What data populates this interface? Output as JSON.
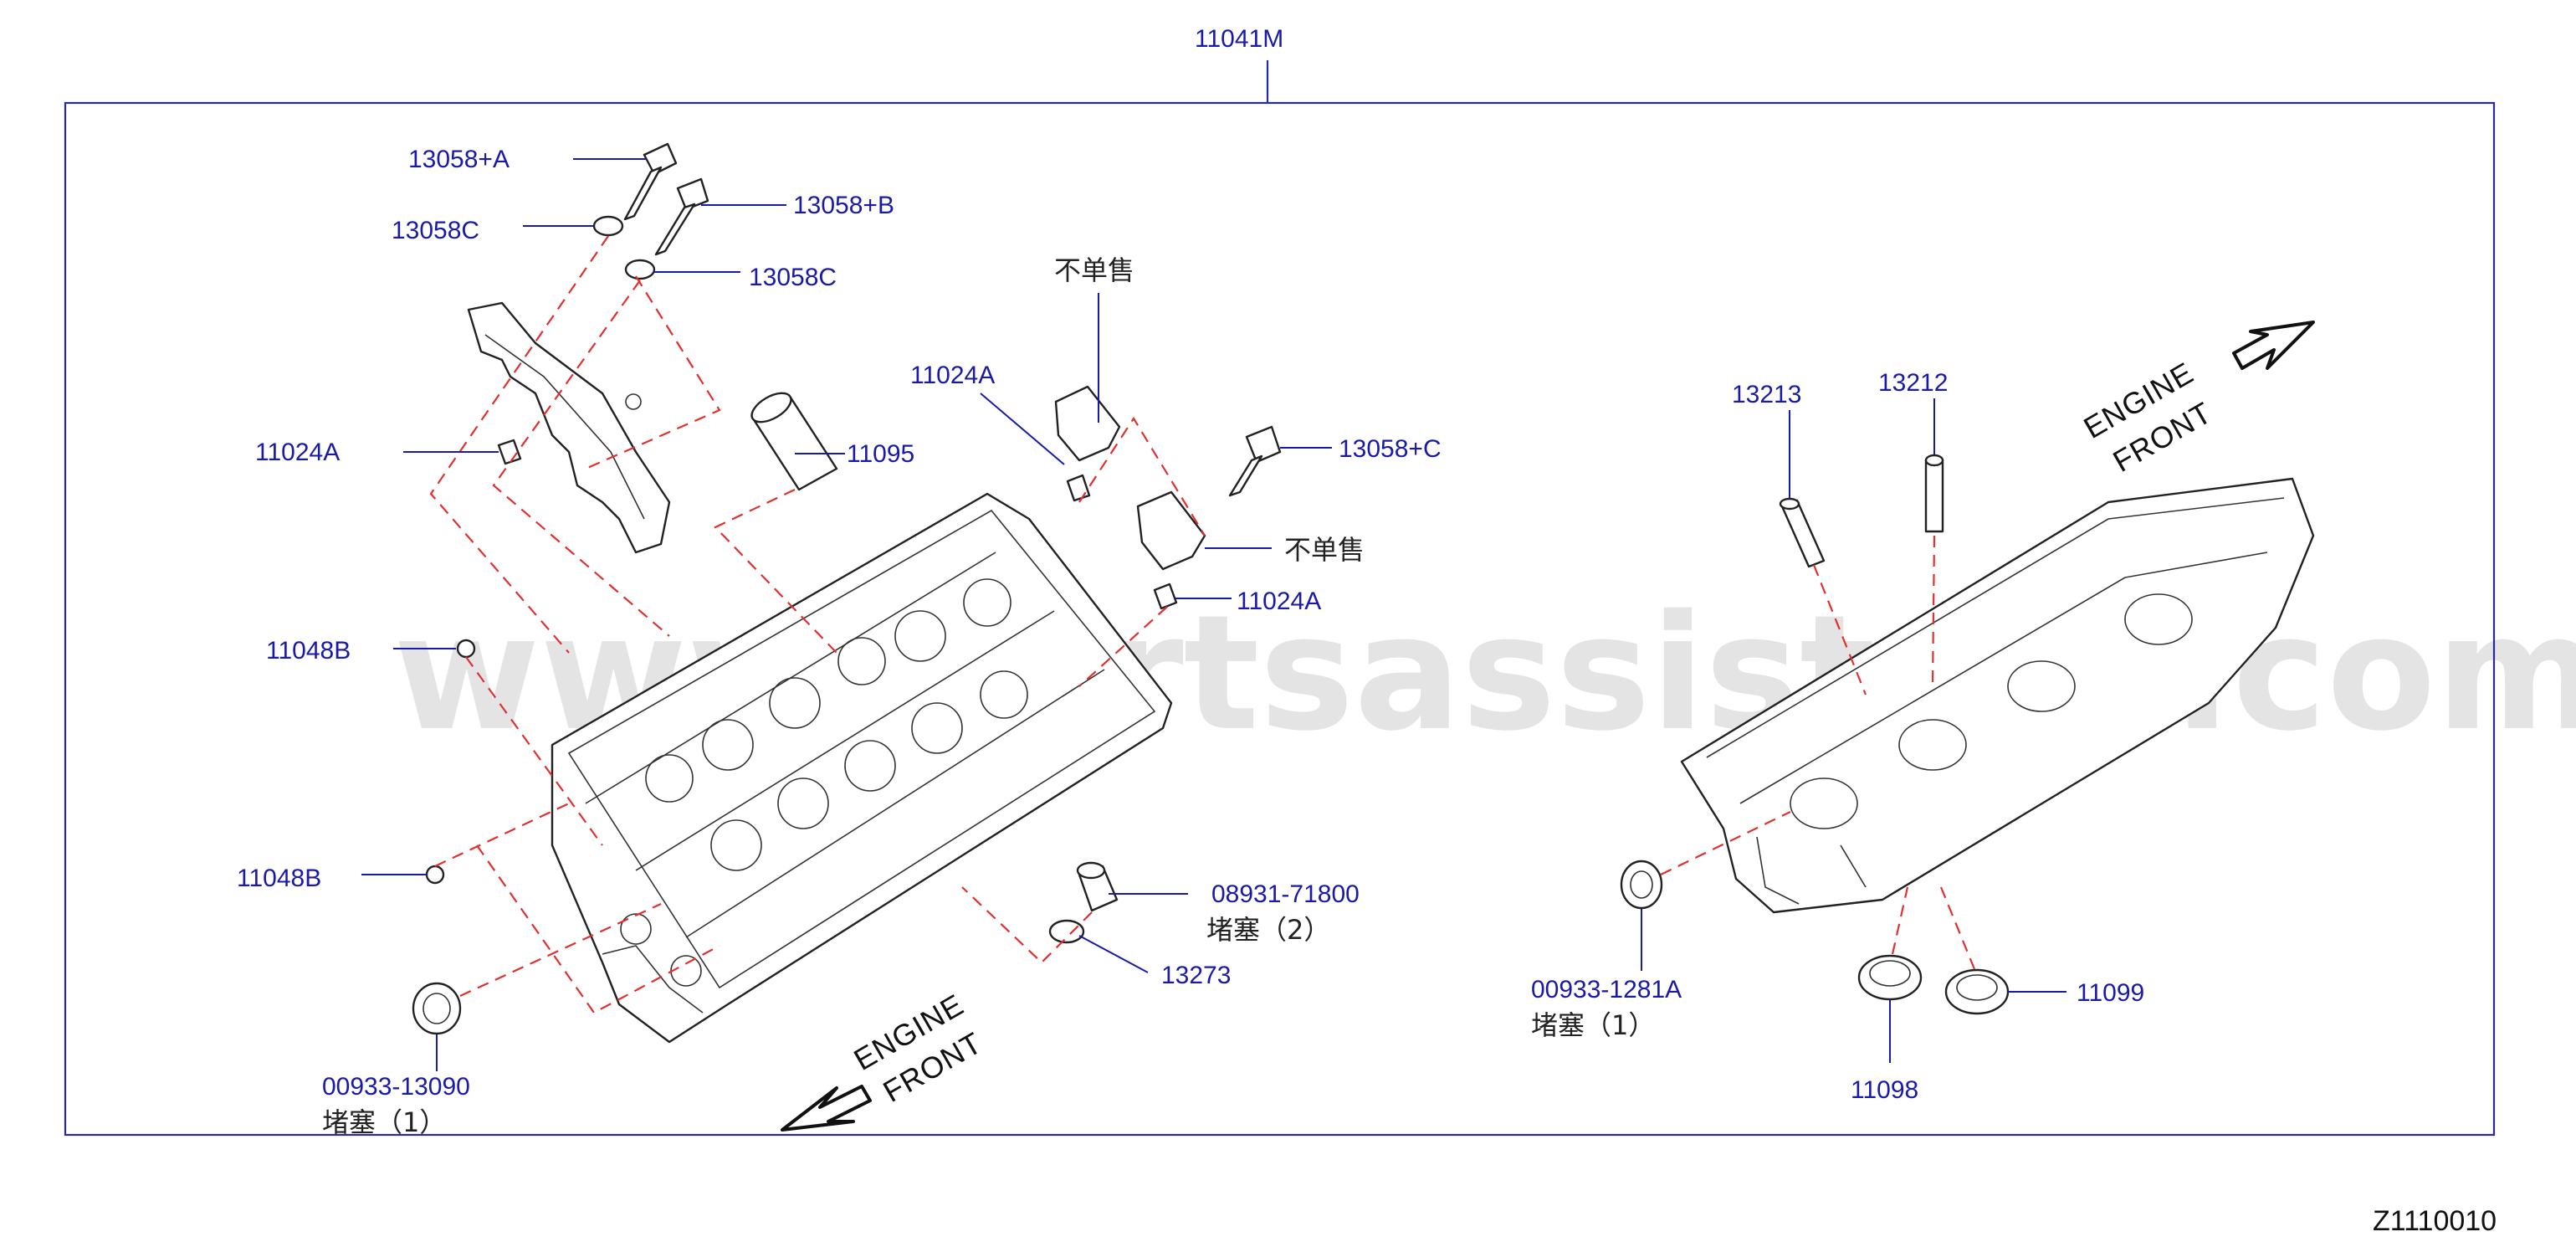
{
  "assembly_number": "11041M",
  "diagram_code": "Z1110010",
  "watermark": "www.partsassistant.com",
  "engine_front_label": {
    "line1": "ENGINE",
    "line2": "FRONT"
  },
  "left_assembly": {
    "labels": {
      "bolt_a": "13058+A",
      "washer_c_upper": "13058C",
      "bolt_b": "13058+B",
      "washer_c_lower": "13058C",
      "dowel_left": "11024A",
      "tube_11095": "11095",
      "dowel_center": "11024A",
      "not_sold_upper": "不单售",
      "bolt_c": "13058+C",
      "not_sold_lower": "不单售",
      "dowel_right": "11024A",
      "ball_upper": "11048B",
      "ball_lower": "11048B",
      "plug_08931": "08931-71800",
      "plug_08931_note": "堵塞（2）",
      "washer_13273": "13273",
      "plug_00933": "00933-13090",
      "plug_00933_note": "堵塞（1）"
    }
  },
  "right_assembly": {
    "labels": {
      "guide_13213": "13213",
      "guide_13212": "13212",
      "plug_00933": "00933-1281A",
      "plug_00933_note": "堵塞（1）",
      "seal_11098": "11098",
      "seal_11099": "11099"
    }
  }
}
